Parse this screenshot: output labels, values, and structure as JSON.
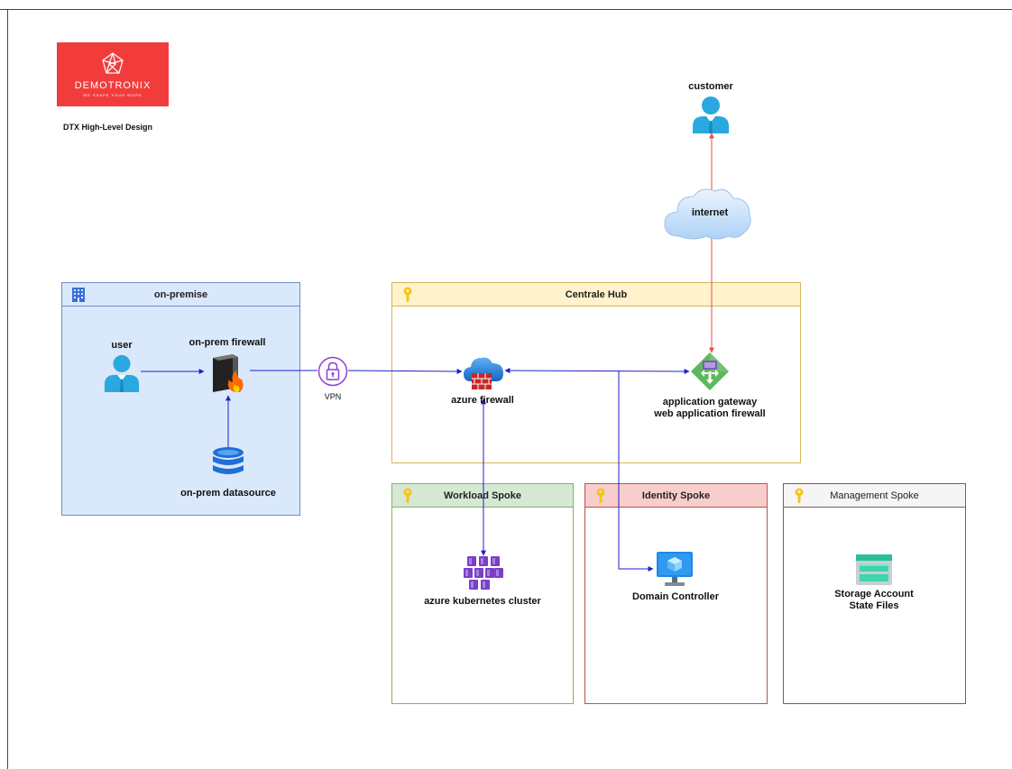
{
  "document": {
    "title": "DTX High-Level Design"
  },
  "logo": {
    "name": "DEMOTRONIX",
    "tagline": "WE SHAPE YOUR WORK",
    "background": "#f23c3c"
  },
  "groups": {
    "onprem": {
      "title": "on-premise",
      "icon": "building-icon"
    },
    "hub": {
      "title": "Centrale Hub",
      "icon": "key-icon"
    },
    "workload": {
      "title": "Workload Spoke",
      "icon": "key-icon"
    },
    "identity": {
      "title": "Identity Spoke",
      "icon": "key-icon"
    },
    "management": {
      "title": "Management Spoke",
      "icon": "key-icon"
    }
  },
  "nodes": {
    "customer": {
      "label": "customer",
      "icon": "user-icon"
    },
    "internet": {
      "label": "internet",
      "icon": "cloud-icon"
    },
    "user": {
      "label": "user",
      "icon": "user-icon"
    },
    "onprem_firewall": {
      "label": "on-prem firewall",
      "icon": "firewall-icon"
    },
    "onprem_datasource": {
      "label": "on-prem datasource",
      "icon": "database-icon"
    },
    "vpn": {
      "label": "VPN",
      "icon": "lock-icon"
    },
    "azure_firewall": {
      "label": "azure firewall",
      "icon": "azure-firewall-icon"
    },
    "app_gateway": {
      "label_line1": "application gateway",
      "label_line2": "web application firewall",
      "icon": "application-gateway-icon"
    },
    "aks": {
      "label": "azure kubernetes cluster",
      "icon": "kubernetes-icon"
    },
    "domain_controller": {
      "label": "Domain Controller",
      "icon": "virtual-machine-icon"
    },
    "storage": {
      "label_line1": "Storage Account",
      "label_line2": "State Files",
      "icon": "storage-account-icon"
    }
  },
  "colors": {
    "internal_link": "#1f1fc8",
    "public_link": "#e84d4d",
    "azure_blue": "#1e88e5",
    "key_yellow": "#f5c518",
    "vpn_purple": "#8e3fd6",
    "aks_purple": "#7a3fc4"
  }
}
